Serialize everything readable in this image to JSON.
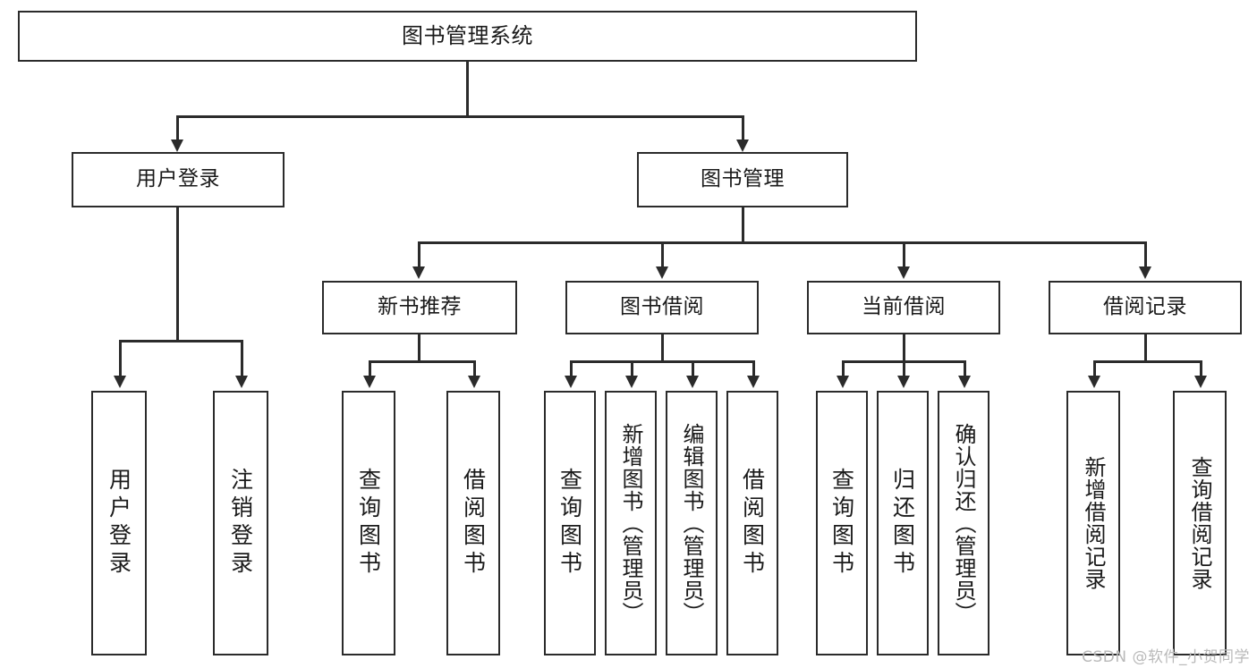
{
  "diagram": {
    "type": "tree-hierarchy",
    "title": "图书管理系统",
    "levels": 4,
    "root": {
      "label": "图书管理系统"
    },
    "level2": [
      {
        "label": "用户登录"
      },
      {
        "label": "图书管理"
      }
    ],
    "level3": [
      {
        "label": "新书推荐"
      },
      {
        "label": "图书借阅"
      },
      {
        "label": "当前借阅"
      },
      {
        "label": "借阅记录"
      }
    ],
    "leaves": {
      "user_login": [
        {
          "label": "用户登录"
        },
        {
          "label": "注销登录"
        }
      ],
      "new_book_recommend": [
        {
          "label": "查询图书"
        },
        {
          "label": "借阅图书"
        }
      ],
      "book_borrow": [
        {
          "label": "查询图书"
        },
        {
          "label": "新增图书（管理员）"
        },
        {
          "label": "编辑图书（管理员）"
        },
        {
          "label": "借阅图书"
        }
      ],
      "current_borrow": [
        {
          "label": "查询图书"
        },
        {
          "label": "归还图书"
        },
        {
          "label": "确认归还（管理员）"
        }
      ],
      "borrow_record": [
        {
          "label": "新增借阅记录"
        },
        {
          "label": "查询借阅记录"
        }
      ]
    }
  },
  "watermark": {
    "text": "CSDN @软件_小贺同学"
  },
  "colors": {
    "stroke": "#2b2b2b",
    "fill": "#ffffff",
    "text": "#1a1a1a",
    "watermark": "#b9b9b9"
  }
}
